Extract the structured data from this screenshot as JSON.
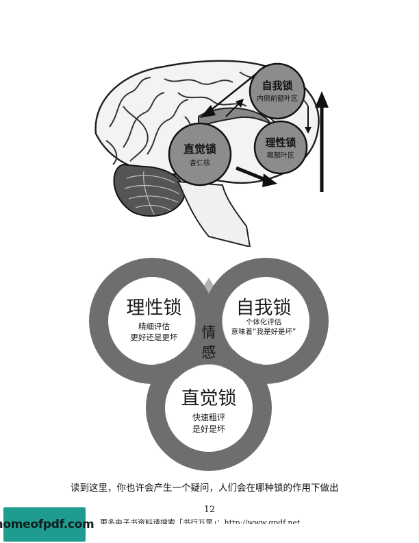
{
  "brain_figure": {
    "self_lock": {
      "title": "自我锁",
      "subtitle": "内侧前额叶区"
    },
    "intuition_lock": {
      "title": "直觉锁",
      "subtitle": "杏仁核"
    },
    "reason_lock": {
      "title": "理性锁",
      "subtitle": "眶额叶区"
    }
  },
  "venn_figure": {
    "reason_lock": {
      "title": "理性锁",
      "line1": "精细评估",
      "line2": "更好还是更坏"
    },
    "self_lock": {
      "title": "自我锁",
      "line1": "个体化评估",
      "line2": "意味着“我是好是坏”"
    },
    "intuition_lock": {
      "title": "直觉锁",
      "line1": "快速粗评",
      "line2": "是好是坏"
    },
    "center": {
      "line1": "情",
      "line2": "感"
    }
  },
  "body_text": "读到这里，你也许会产生一个疑问，人们会在哪种锁的作用下做出",
  "page_number": "12",
  "footer": {
    "banner": "更多电子书资料请搜索「书行万里」：http://www.gpdf.net",
    "logo": "homeofpdf.com"
  }
}
